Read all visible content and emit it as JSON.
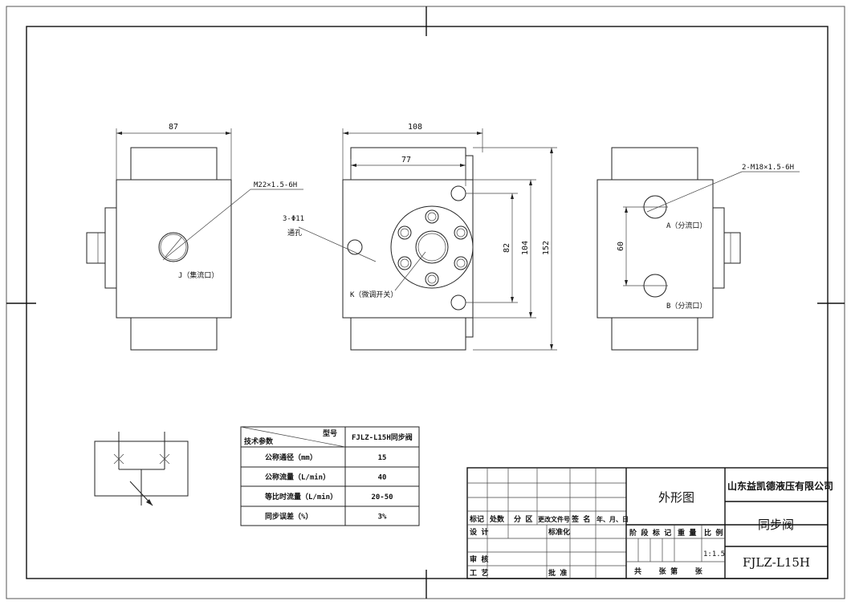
{
  "views": {
    "left": {
      "width_dim": "87",
      "thread": "M22×1.5-6H",
      "port_label": "J（集流口）"
    },
    "front": {
      "width_dim": "108",
      "offset_dim": "77",
      "hole_spec": "3-Φ11",
      "hole_note": "通孔",
      "height_dim_82": "82",
      "height_dim_104": "104",
      "height_dim_152": "152",
      "knob_label": "K（微调开关）"
    },
    "right": {
      "thread": "2-M18×1.5-6H",
      "spacing_dim": "60",
      "port_a": "A（分流口）",
      "port_b": "B（分流口）"
    }
  },
  "tech_table": {
    "header_model": "型号",
    "header_params": "技术参数",
    "model_value": "FJLZ-L15H同步阀",
    "rows": [
      {
        "param": "公称通径（mm）",
        "value": "15"
      },
      {
        "param": "公称流量（L/min）",
        "value": "40"
      },
      {
        "param": "等比时流量（L/min）",
        "value": "20-50"
      },
      {
        "param": "同步误差（%）",
        "value": "3%"
      }
    ]
  },
  "title_block": {
    "company": "山东益凯德液压有限公司",
    "drawing_type": "外形图",
    "product_name": "同步阀",
    "product_code": "FJLZ-L15H",
    "scale": "1:1.5",
    "labels": {
      "mark": "标记",
      "count": "处数",
      "zone": "分 区",
      "change_doc": "更改文件号",
      "sign": "签 名",
      "date": "年、月、日",
      "design": "设 计",
      "standard": "标准化",
      "stage_mark": "阶 段 标 记",
      "weight": "重 量",
      "ratio": "比 例",
      "review": "审 核",
      "process": "工 艺",
      "approve": "批 准",
      "sheets": "共    张 第    张"
    }
  }
}
